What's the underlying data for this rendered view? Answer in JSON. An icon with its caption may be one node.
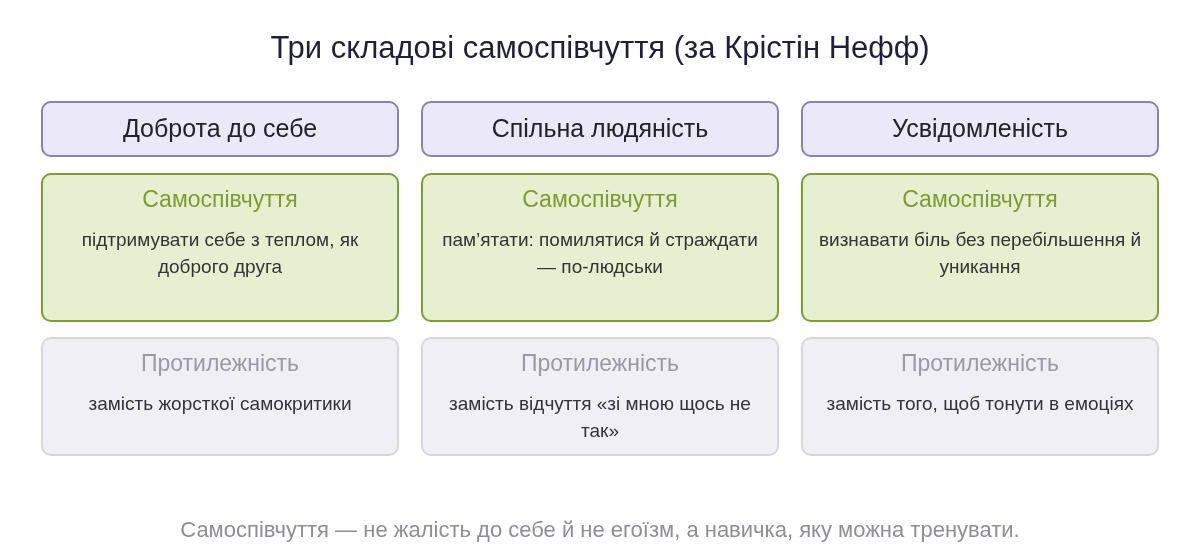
{
  "diagram": {
    "title": "Три складові самоспівчуття (за Крістін Нефф)",
    "caption": "Самоспівчуття — не жалість до себе й не егоїзм, а навичка, яку можна тренувати.",
    "nodes": [
      {
        "text": [
          "Доброта до себе"
        ]
      },
      {
        "text": [
          "Спільна людяність"
        ]
      },
      {
        "text": [
          "Усвідомленість"
        ]
      },
      {
        "text": [
          "Самоспівчуття",
          "підтримувати себе з теплом, як доброго друга"
        ]
      },
      {
        "text": [
          "Самоспівчуття",
          "пам’ятати: помилятися й страждати — по-людськи"
        ]
      },
      {
        "text": [
          "Самоспівчуття",
          "визнавати біль без перебільшення й уникання"
        ]
      },
      {
        "text": [
          "Протилежність",
          "замість жорсткої самокритики"
        ]
      },
      {
        "text": [
          "Протилежність",
          "замість відчуття «зі мною щось не так»"
        ]
      },
      {
        "text": [
          "Протилежність",
          "замість того, щоб тонути в емоціях"
        ]
      }
    ]
  }
}
